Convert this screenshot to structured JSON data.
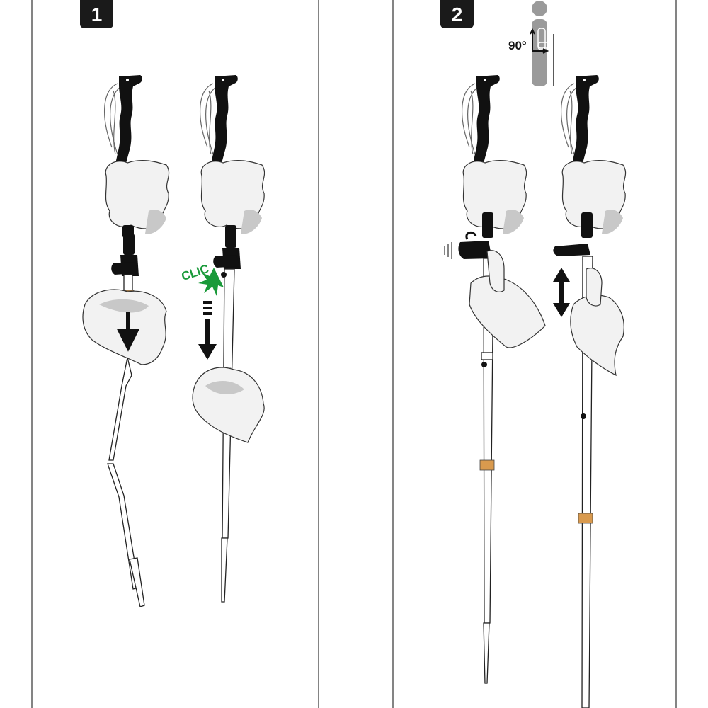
{
  "steps": [
    {
      "number": "1",
      "annotation": "CLIC"
    },
    {
      "number": "2",
      "annotation": "90°"
    }
  ],
  "colors": {
    "badge": "#1a1a1a",
    "clic": "#1a9a3a",
    "ring": "#d99a4e",
    "figure": "#9a9a9a"
  }
}
